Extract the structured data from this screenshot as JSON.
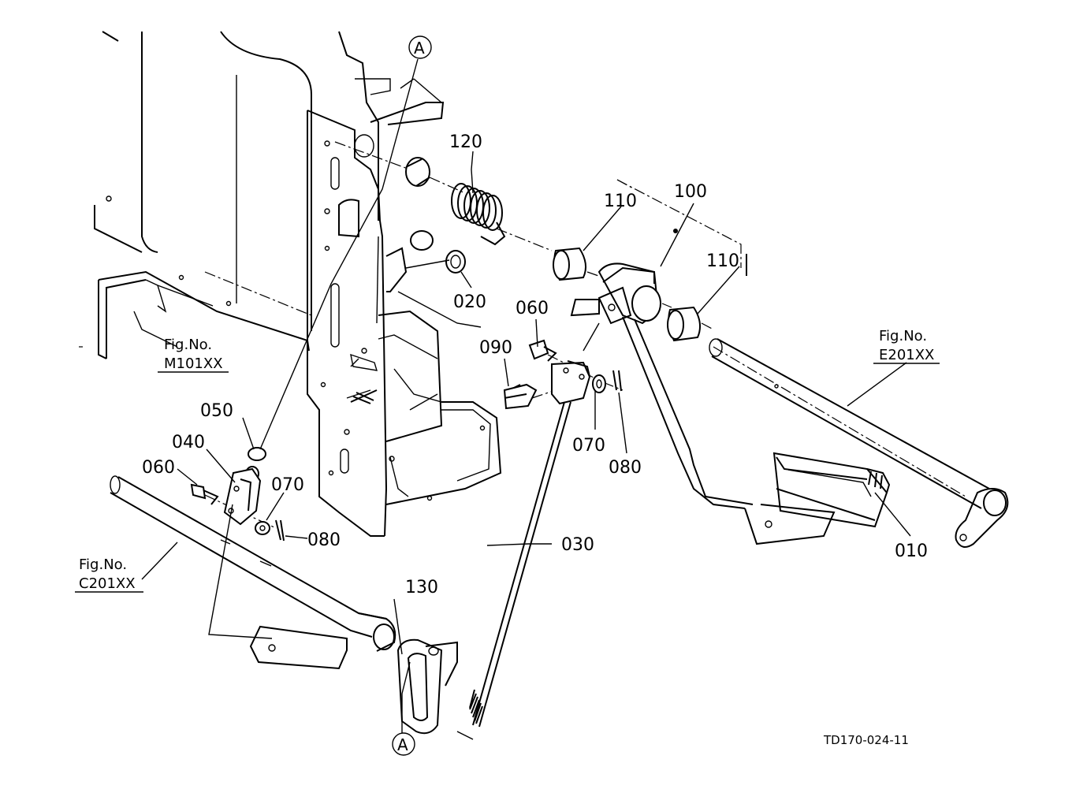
{
  "parts": {
    "p010": "010",
    "p020": "020",
    "p030": "030",
    "p040": "040",
    "p050": "050",
    "p060a": "060",
    "p060b": "060",
    "p070a": "070",
    "p070b": "070",
    "p080a": "080",
    "p080b": "080",
    "p090": "090",
    "p100": "100",
    "p110a": "110",
    "p110b": "110",
    "p120": "120",
    "p130": "130"
  },
  "refs": {
    "marker_top": "A",
    "marker_bottom": "A",
    "fig_label": "Fig.No.",
    "m101": "M101XX",
    "e201": "E201XX",
    "c201": "C201XX"
  },
  "drawing_code": "TD170-024-11",
  "icons": [
    "pedal",
    "spring",
    "bushing",
    "rod",
    "pin",
    "washer",
    "cotter-pin",
    "boot"
  ]
}
